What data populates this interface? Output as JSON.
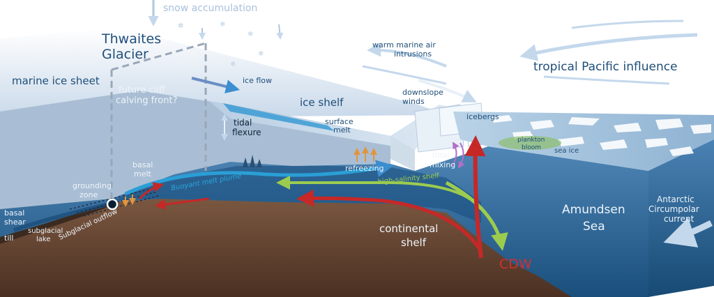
{
  "labels": {
    "snow_accumulation": "snow accumulation",
    "thwaites_line1": "Thwaites",
    "thwaites_line2": "Glacier",
    "warm_air_line1": "warm marine air",
    "warm_air_line2": "intrusions",
    "tropical_pacific": "tropical  Pacific influence",
    "marine_ice_sheet": "marine ice sheet",
    "ice_flow": "ice flow",
    "future_cliff_line1": "future cliff",
    "future_cliff_line2": "calving front?",
    "downslope_line1": "downslope",
    "downslope_line2": "winds",
    "ice_shelf": "ice shelf",
    "icebergs": "icebergs",
    "tidal_flexure_line1": "tidal",
    "tidal_flexure_line2": "flexure",
    "surface_melt_line1": "surface",
    "surface_melt_line2": "melt",
    "plankton_line1": "plankton",
    "plankton_line2": "bloom",
    "sea_ice": "sea ice",
    "basal_melt_line1": "basal",
    "basal_melt_line2": "melt",
    "tidal_mixing_line1": "tidal",
    "tidal_mixing_line2": "mixing",
    "refreezing": "refreezing",
    "buoyant_plume": "Buoyant melt plume",
    "high_salinity_shelf": "high-salinity shelf",
    "grounding_line1": "grounding",
    "grounding_line2": "zone",
    "basal_shear_line1": "basal",
    "basal_shear_line2": "shear",
    "subglacial_lake_line1": "subglacial",
    "subglacial_lake_line2": "lake",
    "subglacial_outflow": "Subglacial outflow",
    "till": "till",
    "continental_line1": "continental",
    "continental_line2": "shelf",
    "amundsen_line1": "Amundsen",
    "amundsen_line2": "Sea",
    "acc_line1": "Antarctic",
    "acc_line2": "Circumpolar",
    "acc_line3": "current",
    "cdw": "CDW"
  },
  "colors": {
    "ice": "#e8f0f8",
    "ocean_front": "#1e5a8c",
    "ocean_side": "#205a84",
    "bedrock": "#6b4a36",
    "warm_water": "#c62828",
    "plume": "#2a9fd6",
    "high_salinity": "#9ccc4f",
    "title_blue": "#1f4e79",
    "cdw_red": "#d32f2f"
  }
}
